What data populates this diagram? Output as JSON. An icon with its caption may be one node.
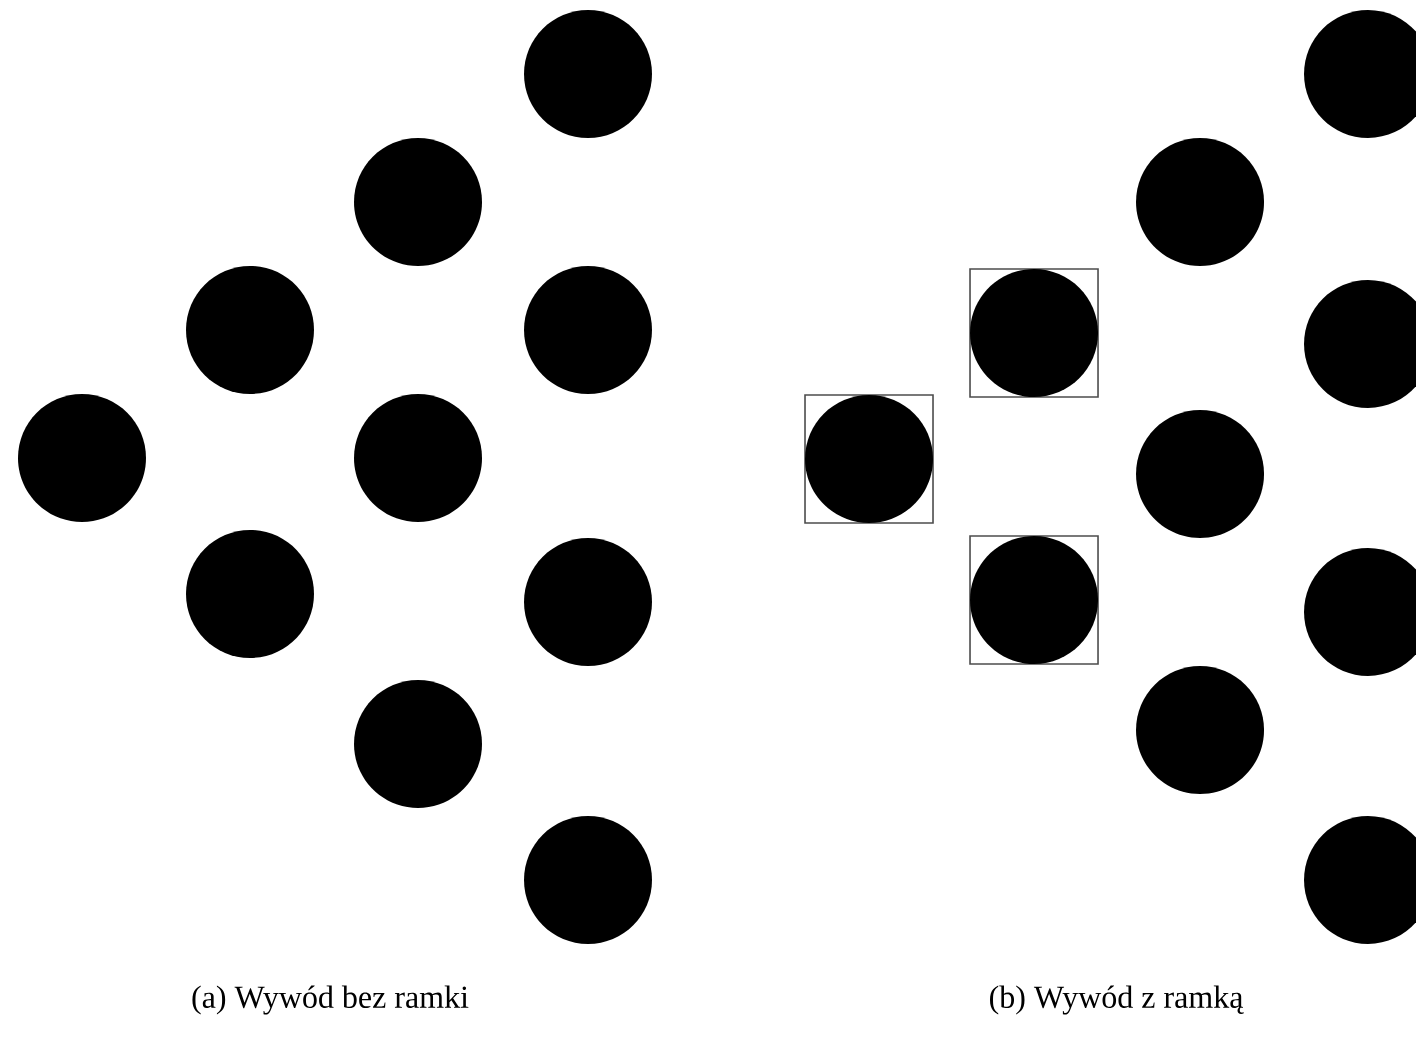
{
  "diagram": {
    "nodes": [
      {
        "text": [],
        "shape": "circle"
      },
      {
        "text": [],
        "shape": "circle"
      },
      {
        "text": [],
        "shape": "circle"
      },
      {
        "text": [],
        "shape": "circle"
      },
      {
        "text": [],
        "shape": "circle"
      },
      {
        "text": [],
        "shape": "circle"
      },
      {
        "text": [],
        "shape": "circle"
      },
      {
        "text": [],
        "shape": "circle"
      },
      {
        "text": [],
        "shape": "circle"
      },
      {
        "text": [],
        "shape": "circle"
      },
      {
        "text": [],
        "shape": "box"
      },
      {
        "text": [],
        "shape": "circle",
        "in": 10
      },
      {
        "text": [],
        "shape": "box"
      },
      {
        "text": [],
        "shape": "circle",
        "in": 12
      },
      {
        "text": [],
        "shape": "box"
      },
      {
        "text": [],
        "shape": "circle",
        "in": 14
      },
      {
        "text": [],
        "shape": "circle"
      },
      {
        "text": [],
        "shape": "circle"
      },
      {
        "text": [],
        "shape": "circle"
      },
      {
        "text": [],
        "shape": "circle"
      },
      {
        "text": [],
        "shape": "circle"
      },
      {
        "text": [],
        "shape": "circle"
      },
      {
        "text": [],
        "shape": "circle"
      }
    ],
    "labels": [
      "(a) Wywód bez ramki",
      "(b) Wywód z ramką"
    ]
  }
}
